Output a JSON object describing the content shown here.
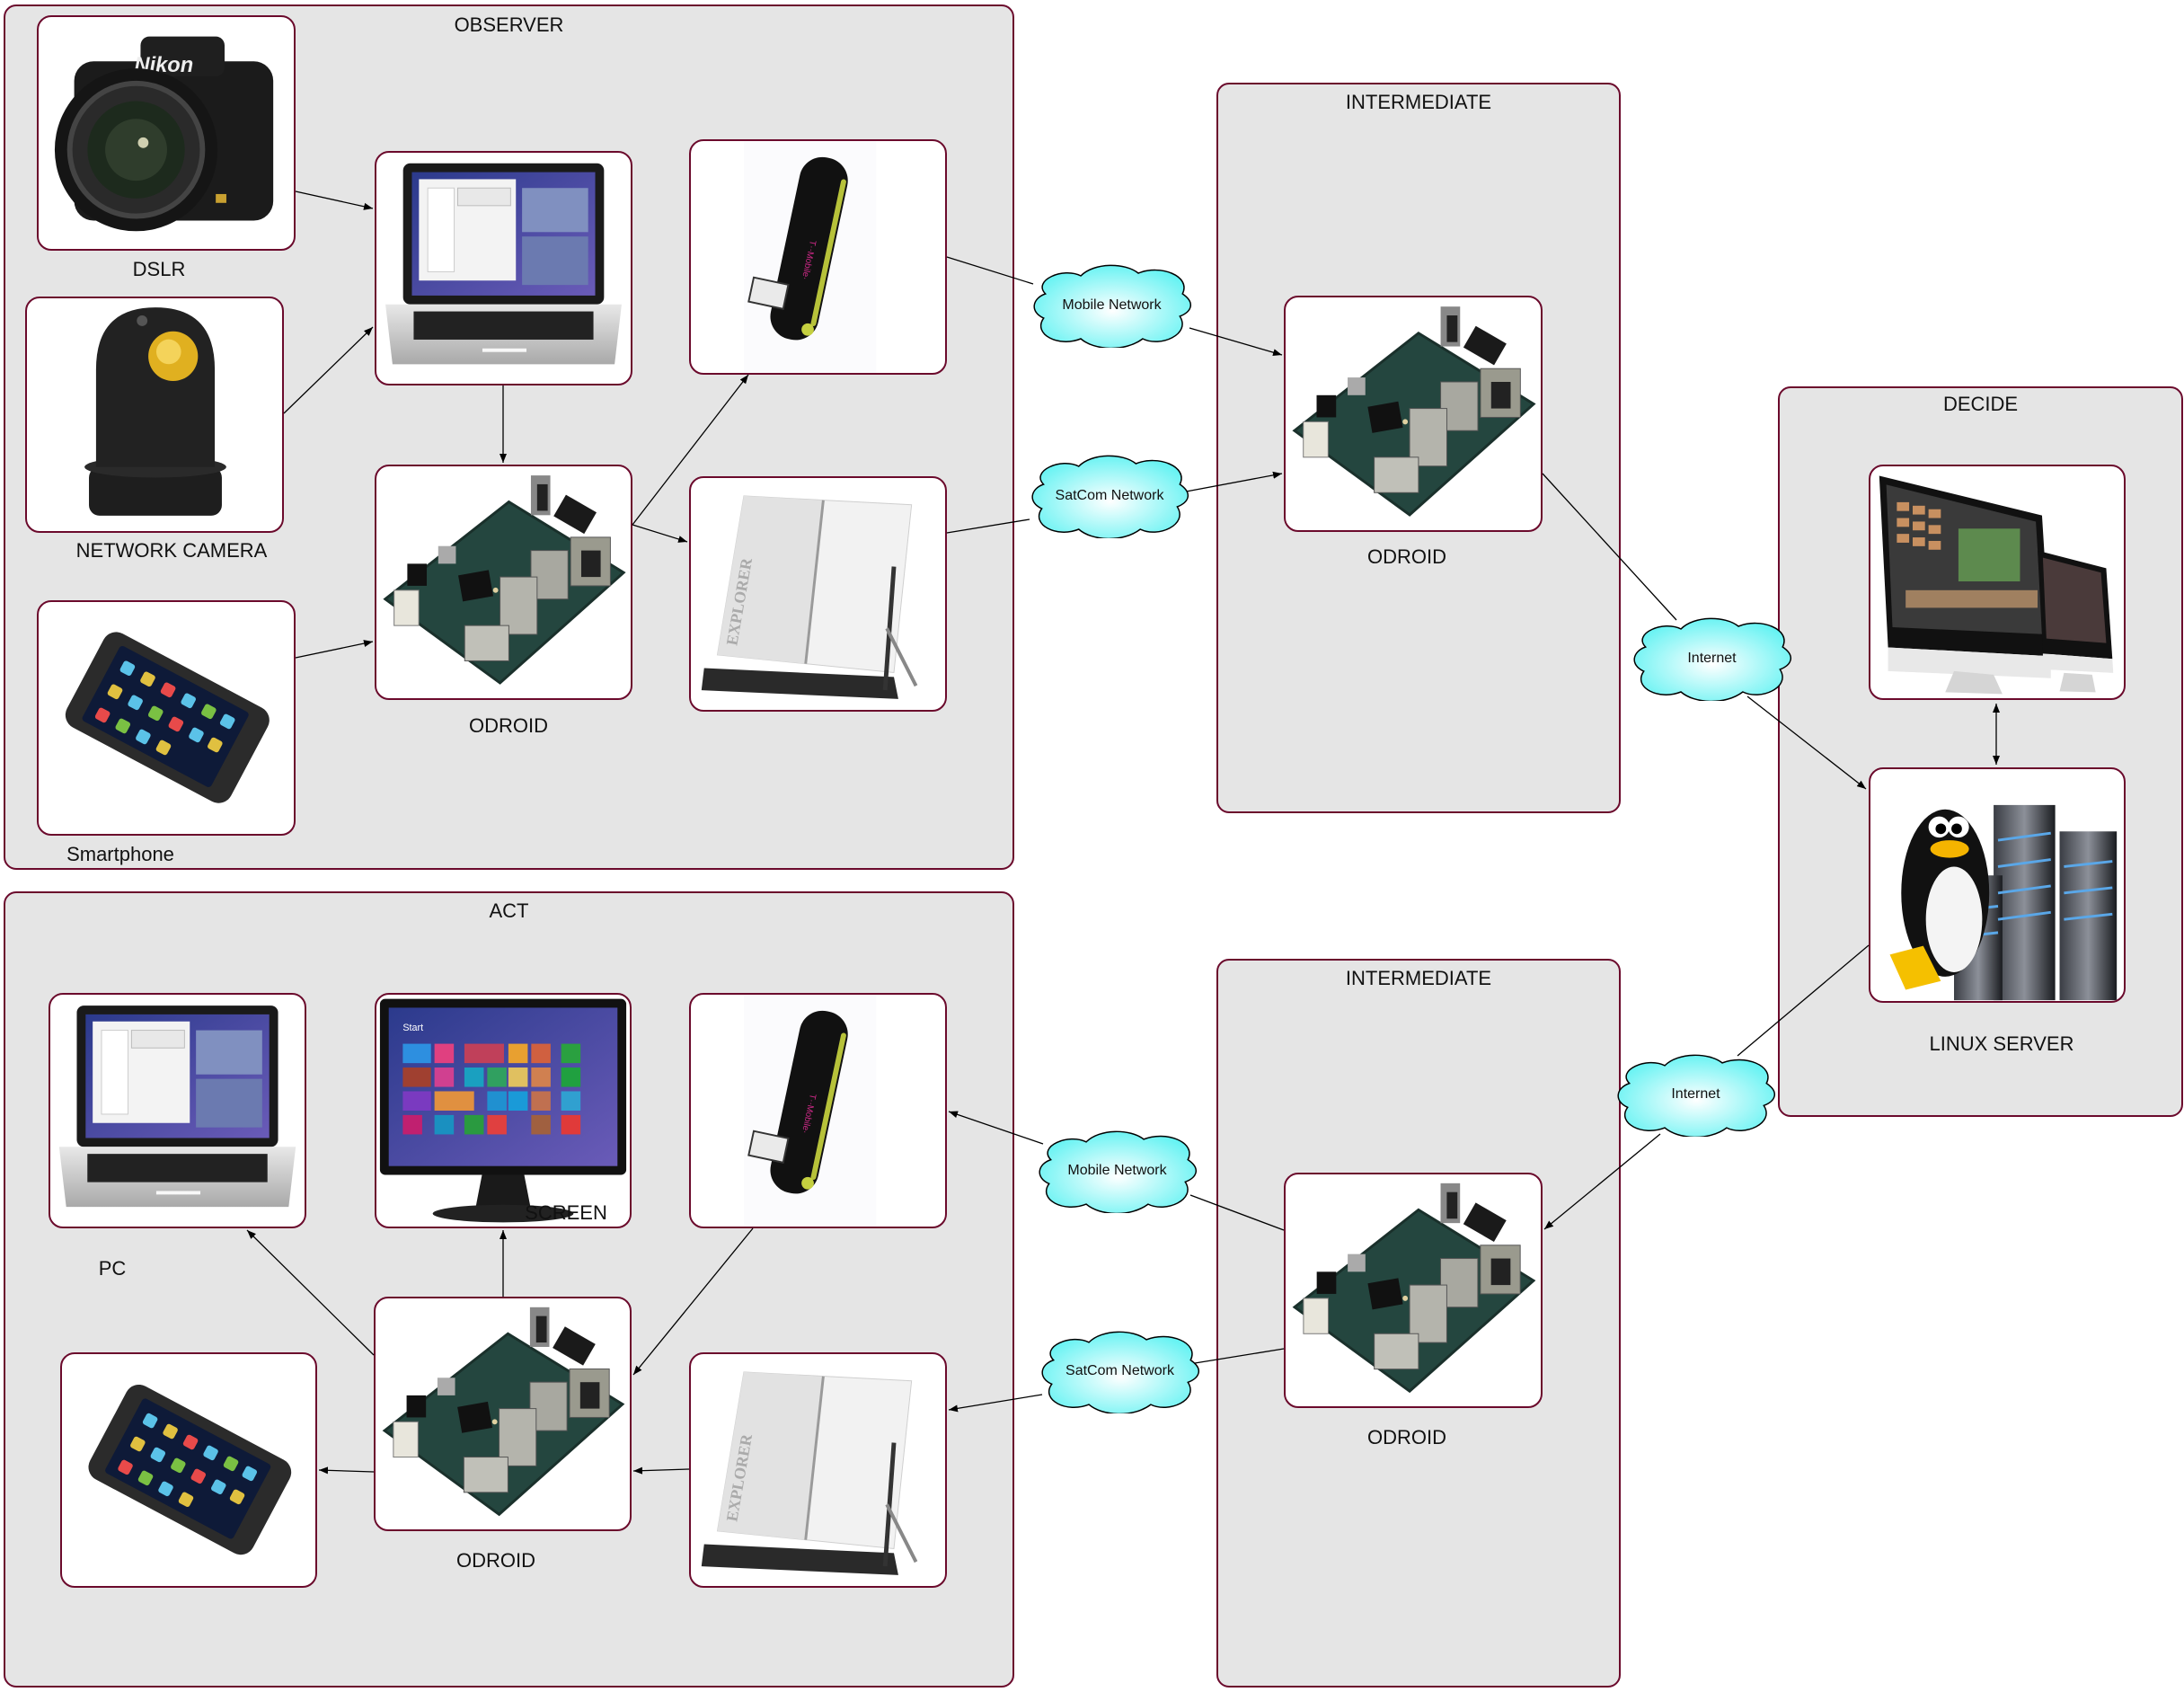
{
  "groups": {
    "observer": "OBSERVER",
    "intermediate_top": "INTERMEDIATE",
    "decide": "DECIDE",
    "act": "ACT",
    "intermediate_bottom": "INTERMEDIATE"
  },
  "labels": {
    "dslr": "DSLR",
    "network_camera": "NETWORK CAMERA",
    "smartphone": "Smartphone",
    "observer_odroid": "ODROID",
    "intermediate_top_odroid": "ODROID",
    "linux_server": "LINUX SERVER",
    "act_pc": "PC",
    "act_screen": "SCREEN",
    "act_odroid": "ODROID",
    "intermediate_bottom_odroid": "ODROID"
  },
  "clouds": {
    "mobile_top": "Mobile Network",
    "satcom_top": "SatCom Network",
    "internet_top": "Internet",
    "internet_bottom": "Internet",
    "mobile_bottom": "Mobile Network",
    "satcom_bottom": "SatCom Network"
  },
  "device_icons": {
    "dslr": "camera-icon",
    "network_camera": "dome-camera-icon",
    "smartphone": "smartphone-icon",
    "laptop": "laptop-icon",
    "odroid": "circuit-board-icon",
    "usb_modem": "usb-modem-icon",
    "satellite_terminal": "satellite-terminal-icon",
    "imac": "desktop-computer-icon",
    "linux_server": "linux-server-icon",
    "monitor": "monitor-icon"
  },
  "colors": {
    "group_fill": "#e5e5e5",
    "border": "#6b0a2c",
    "cloud_edge": "#5ef2f2",
    "cloud_center": "#ffffff"
  },
  "connections": [
    {
      "from": "DSLR",
      "to": "Laptop",
      "arrow": "end"
    },
    {
      "from": "NETWORK CAMERA",
      "to": "Laptop",
      "arrow": "end"
    },
    {
      "from": "Smartphone",
      "to": "ODROID (Observer)",
      "arrow": "end"
    },
    {
      "from": "Laptop",
      "to": "ODROID (Observer)",
      "arrow": "end"
    },
    {
      "from": "ODROID (Observer)",
      "to": "USB Modem (Observer)",
      "arrow": "end"
    },
    {
      "from": "ODROID (Observer)",
      "to": "Satellite Terminal (Observer)",
      "arrow": "end"
    },
    {
      "from": "USB Modem (Observer)",
      "to": "Mobile Network",
      "arrow": "none"
    },
    {
      "from": "Mobile Network",
      "to": "ODROID (Intermediate)",
      "arrow": "end"
    },
    {
      "from": "Satellite Terminal (Observer)",
      "to": "SatCom Network",
      "arrow": "none"
    },
    {
      "from": "SatCom Network",
      "to": "ODROID (Intermediate)",
      "arrow": "end"
    },
    {
      "from": "ODROID (Intermediate)",
      "to": "Internet",
      "arrow": "none"
    },
    {
      "from": "Internet",
      "to": "LINUX SERVER",
      "arrow": "end"
    },
    {
      "from": "iMac",
      "to": "LINUX SERVER",
      "arrow": "both"
    },
    {
      "from": "LINUX SERVER",
      "to": "Internet",
      "arrow": "none"
    },
    {
      "from": "Internet",
      "to": "ODROID (Intermediate 2)",
      "arrow": "end"
    },
    {
      "from": "ODROID (Intermediate 2)",
      "to": "Mobile Network",
      "arrow": "none"
    },
    {
      "from": "Mobile Network",
      "to": "USB Modem (Act)",
      "arrow": "end"
    },
    {
      "from": "ODROID (Intermediate 2)",
      "to": "SatCom Network",
      "arrow": "none"
    },
    {
      "from": "SatCom Network",
      "to": "Satellite Terminal (Act)",
      "arrow": "end"
    },
    {
      "from": "USB Modem (Act)",
      "to": "ODROID (Act)",
      "arrow": "end"
    },
    {
      "from": "Satellite Terminal (Act)",
      "to": "ODROID (Act)",
      "arrow": "end"
    },
    {
      "from": "ODROID (Act)",
      "to": "PC",
      "arrow": "end"
    },
    {
      "from": "ODROID (Act)",
      "to": "SCREEN",
      "arrow": "end"
    },
    {
      "from": "ODROID (Act)",
      "to": "Smartphone (Act)",
      "arrow": "end"
    }
  ]
}
